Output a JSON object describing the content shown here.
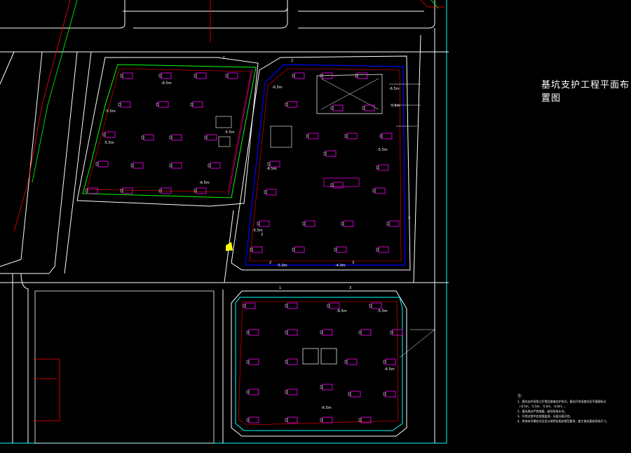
{
  "drawing": {
    "title": "基坑支护工程平面布置图",
    "levels": {
      "l65": "-6.5m",
      "l55": "-5.5m",
      "l50": "-5.0m",
      "l40": "-4.0m"
    },
    "section_marks": [
      "1",
      "2",
      "3"
    ],
    "notes_heading": "注：",
    "notes": [
      "1、基坑支护采用土钉墙及放坡支护形式，基坑开挖深度详见平面图标注（-6.5m、-5.5m、-5.0m、-4.0m）。",
      "2、基坑周边严禁堆载，坡顶设排水沟。",
      "3、开挖过程中应加强监测，分层分段开挖。",
      "4、其他未尽事宜详见设计说明及相关规范要求，施工前应复核现场尺寸。"
    ],
    "colors": {
      "background": "#000000",
      "road": "#ffffff",
      "building": "#ff00ff",
      "boundary_red": "#ff0000",
      "boundary_green": "#00ff00",
      "support_blue": "#0000ff",
      "frame": "#00ffff",
      "dimension": "#ffff00"
    }
  }
}
